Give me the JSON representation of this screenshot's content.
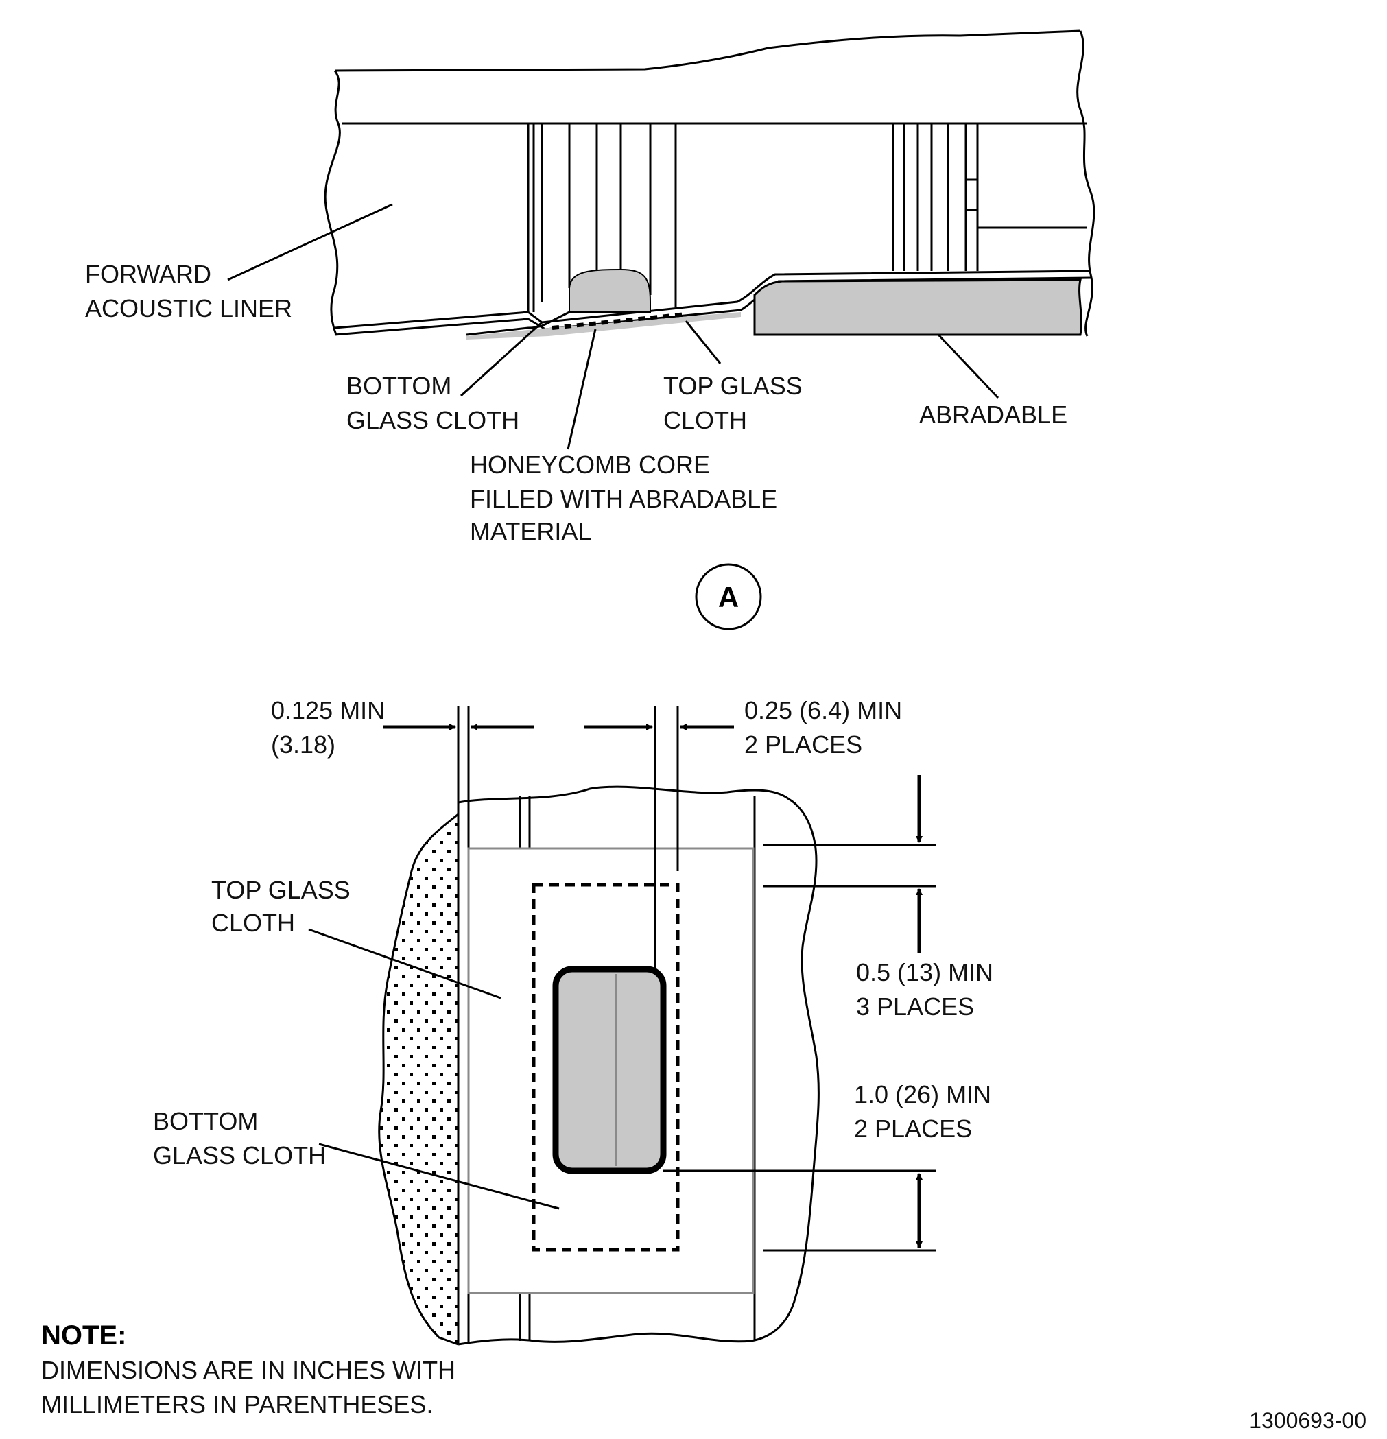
{
  "section_a": {
    "forward_acoustic_liner": [
      "FORWARD",
      "ACOUSTIC LINER"
    ],
    "bottom_glass_cloth": [
      "BOTTOM",
      "GLASS CLOTH"
    ],
    "top_glass_cloth": [
      "TOP GLASS",
      "CLOTH"
    ],
    "abradable": "ABRADABLE",
    "honeycomb_core": [
      "HONEYCOMB CORE",
      "FILLED WITH ABRADABLE",
      "MATERIAL"
    ],
    "view_letter": "A"
  },
  "plan_view": {
    "dim_edge": [
      "0.125 MIN",
      "(3.18)"
    ],
    "dim_side": [
      "0.25 (6.4) MIN",
      "2 PLACES"
    ],
    "dim_half": [
      "0.5 (13) MIN",
      "3 PLACES"
    ],
    "dim_one": [
      "1.0 (26) MIN",
      "2 PLACES"
    ],
    "top_glass_cloth": [
      "TOP GLASS",
      "CLOTH"
    ],
    "bottom_glass_cloth": [
      "BOTTOM",
      "GLASS CLOTH"
    ]
  },
  "note": {
    "title": "NOTE:",
    "lines": [
      "DIMENSIONS ARE IN INCHES WITH",
      "MILLIMETERS IN PARENTHESES."
    ]
  },
  "figure_id": "1300693-00",
  "colors": {
    "line": "#000000",
    "fill_gray": "#c8c8c8",
    "panel_gray": "#8a8a8a"
  }
}
